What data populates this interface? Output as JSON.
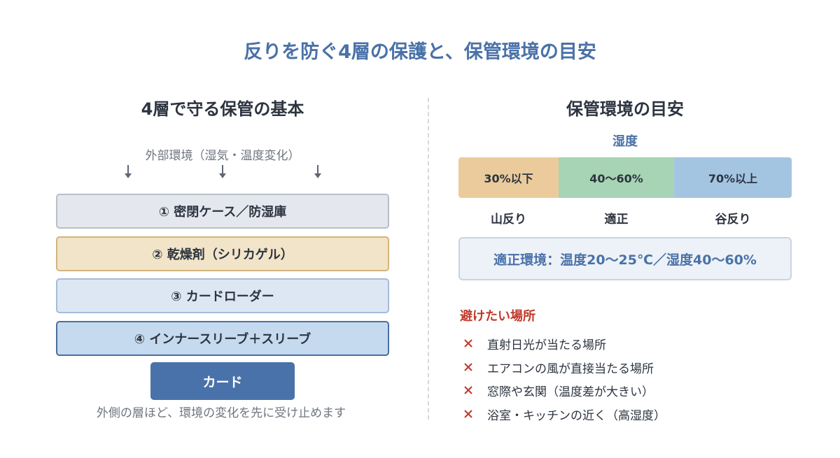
{
  "title": "反りを防ぐ4層の保護と、保管環境の目安",
  "left": {
    "heading": "4層で守る保管の基本",
    "external_label": "外部環境（湿気・温度変化）",
    "layers": [
      {
        "label": "① 密閉ケース／防湿庫"
      },
      {
        "label": "② 乾燥剤（シリカゲル）"
      },
      {
        "label": "③ カードローダー"
      },
      {
        "label": "④ インナースリーブ＋スリーブ"
      }
    ],
    "card_label": "カード",
    "caption": "外側の層ほど、環境の変化を先に受け止めます"
  },
  "right": {
    "heading": "保管環境の目安",
    "humidity_label": "湿度",
    "segments": [
      {
        "range": "30%以下",
        "effect": "山反り",
        "color": "#ebcb9c"
      },
      {
        "range": "40〜60%",
        "effect": "適正",
        "color": "#a7d4b4"
      },
      {
        "range": "70%以上",
        "effect": "谷反り",
        "color": "#a4c5e2"
      }
    ],
    "proper_env": "適正環境：温度20〜25℃／湿度40〜60%",
    "avoid_title": "避けたい場所",
    "avoid_items": [
      "直射日光が当たる場所",
      "エアコンの風が直接当たる場所",
      "窓際や玄関（温度差が大きい）",
      "浴室・キッチンの近く（高湿度）"
    ]
  },
  "colors": {
    "accent": "#4a72a8",
    "warning": "#c0392b"
  }
}
